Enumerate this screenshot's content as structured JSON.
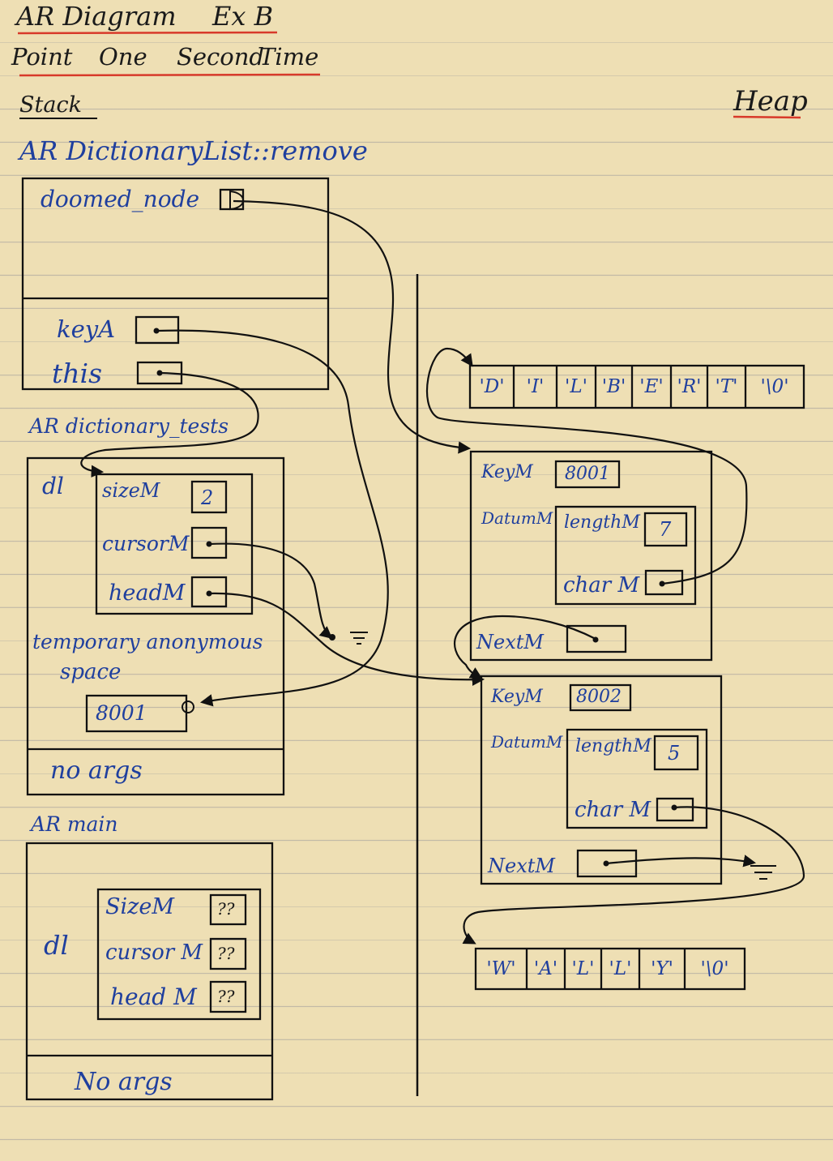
{
  "header": {
    "title": "AR Diagram",
    "exercise": "Ex B",
    "subtitle_point": "Point",
    "subtitle_one": "One",
    "subtitle_second": "Second",
    "subtitle_time": "Time",
    "stack_label": "Stack",
    "heap_label": "Heap"
  },
  "stack": {
    "remove_frame": {
      "label": "AR DictionaryList::remove",
      "doomed_node": "doomed_node",
      "keyA": "keyA",
      "this": "this"
    },
    "tests_frame": {
      "label": "AR dictionary_tests",
      "dl": "dl",
      "sizeM": "sizeM",
      "size_value": "2",
      "cursorM": "cursorM",
      "headM": "headM",
      "temp_line1": "temporary anonymous",
      "temp_line2": "space",
      "temp_value": "8001",
      "args": "no args"
    },
    "main_frame": {
      "label": "AR main",
      "dl": "dl",
      "sizeM": "SizeM",
      "cursorM": "cursor M",
      "headM": "head M",
      "unknown": "??",
      "args": "No args"
    }
  },
  "heap": {
    "dilbert": [
      "'D'",
      "'I'",
      "'L'",
      "'B'",
      "'E'",
      "'R'",
      "'T'",
      "'\\0'"
    ],
    "wally": [
      "'W'",
      "'A'",
      "'L'",
      "'L'",
      "'Y'",
      "'\\0'"
    ],
    "node1": {
      "keyM": "KeyM",
      "key_value": "8001",
      "datumM": "DatumM",
      "lengthM": "lengthM",
      "length_value": "7",
      "charM": "char M",
      "nextM": "NextM"
    },
    "node2": {
      "keyM": "KeyM",
      "key_value": "8002",
      "datumM": "DatumM",
      "lengthM": "lengthM",
      "length_value": "5",
      "charM": "char M",
      "nextM": "NextM"
    }
  },
  "colors": {
    "ink": "#1a1a1a",
    "blue": "#1f3f9e",
    "red": "#d83a2a",
    "paper": "#eedfb4"
  }
}
